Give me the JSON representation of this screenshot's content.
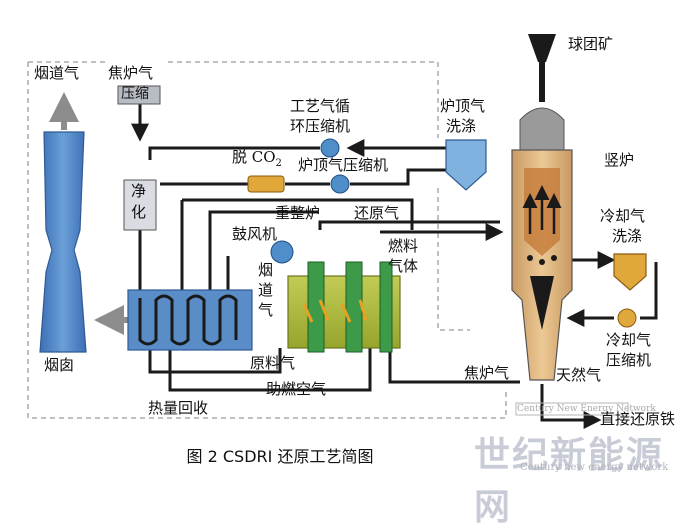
{
  "labels": {
    "flue_gas": "烟道气",
    "coke_gas_top": "焦炉气",
    "compress": "压缩",
    "purify_1": "净",
    "purify_2": "化",
    "process_gas_comp_1": "工艺气循",
    "process_gas_comp_2": "环压缩机",
    "decarb_prefix": "脱 CO",
    "decarb_sub": "2",
    "top_gas_comp": "炉顶气压缩机",
    "top_gas_wash_1": "炉顶气",
    "top_gas_wash_2": "洗涤",
    "pellet_ore": "球团矿",
    "shaft_furnace": "竖炉",
    "reformer": "重整炉",
    "reducing_gas": "还原气",
    "blower": "鼓风机",
    "flue_1": "烟",
    "flue_2": "道",
    "flue_3": "气",
    "fuel_gas_1": "燃料",
    "fuel_gas_2": "气体",
    "cooling_wash_1": "冷却气",
    "cooling_wash_2": "洗涤",
    "cooling_comp_1": "冷却气",
    "cooling_comp_2": "压缩机",
    "chimney": "烟囱",
    "feed_gas": "原料气",
    "comb_air": "助燃空气",
    "coke_gas_bottom": "焦炉气",
    "natural_gas": "天然气",
    "heat_recovery": "热量回收",
    "dri": "直接还原铁",
    "caption": "图 2   CSDRI 还原工艺简图"
  },
  "watermark": {
    "main": "世纪新能源网",
    "sub": "Century new energy network",
    "small": "Century New Energy Network"
  },
  "colors": {
    "pipe": "#1a1a1a",
    "chimney": "#4a7bc0",
    "exchanger": "#5a8cc8",
    "equipment_blue": "#4f8ec9",
    "reformer": "#a8b83a",
    "tube_green": "#3c9a48",
    "furnace_body": "#d9ae78",
    "cooler_orange": "#e0a83a",
    "scrubber_blue": "#7fb2de",
    "boundary": "#9a9a9a"
  }
}
